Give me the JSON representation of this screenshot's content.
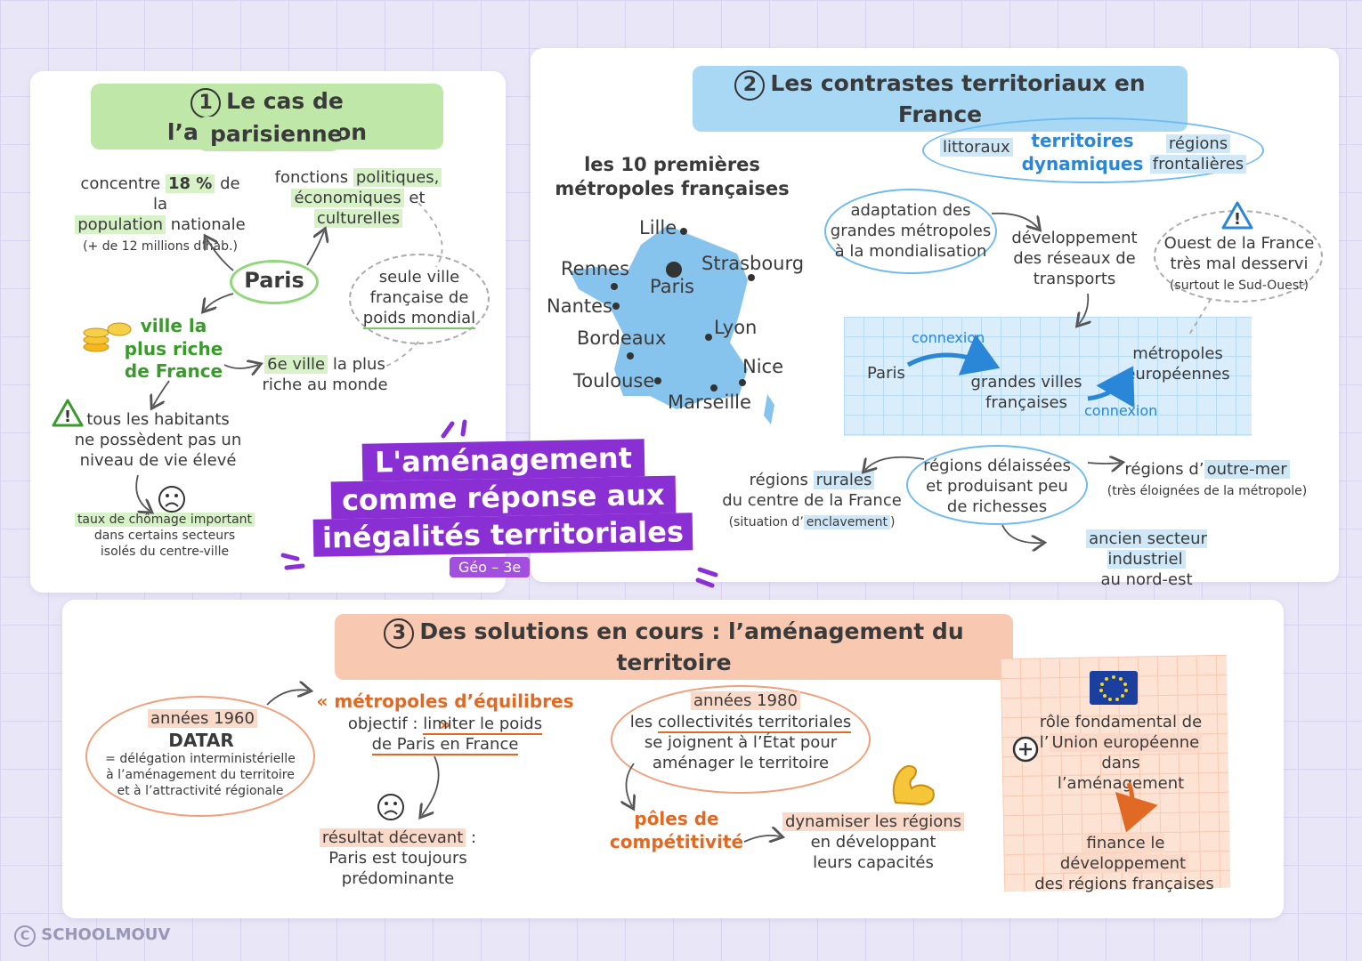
{
  "center": {
    "line1": "L'aménagement",
    "line2": "comme réponse aux",
    "line3": "inégalités territoriales",
    "tag": "Géo – 3e"
  },
  "s1": {
    "num": "1",
    "title1": "Le cas de l’agglomération",
    "title2": "parisienne",
    "concentre_a": "concentre ",
    "concentre_b": "18 %",
    "concentre_c": " de la",
    "population": "population",
    "nationale": " nationale",
    "millions": "(+ de 12 millions d’hab.)",
    "fonctions_a": "fonctions ",
    "fonctions_b": "politiques,",
    "economiques": "économiques",
    "et": " et",
    "culturelles": "culturelles",
    "paris": "Paris",
    "seule1": "seule ville",
    "seule2": "française de",
    "seule3": "poids mondial",
    "riche1": "ville la",
    "riche2": "plus riche",
    "riche3": "de France",
    "sixieme_a": "6e ville",
    "sixieme_b": " la plus",
    "sixieme_c": "riche au monde",
    "habitants1": "tous les habitants",
    "habitants2": "ne possèdent pas un",
    "habitants3": "niveau de vie élevé",
    "chomage1": "taux de chômage important",
    "chomage2": "dans certains secteurs",
    "chomage3": "isolés du centre-ville"
  },
  "s2": {
    "num": "2",
    "title": "Les contrastes territoriaux en France",
    "map_title1": "les 10 premières",
    "map_title2": "métropoles françaises",
    "cities": [
      "Lille",
      "Rennes",
      "Paris",
      "Strasbourg",
      "Nantes",
      "Lyon",
      "Bordeaux",
      "Nice",
      "Toulouse",
      "Marseille"
    ],
    "littoraux": "littoraux",
    "dyn1": "territoires",
    "dyn2": "dynamiques",
    "frontal1": "régions",
    "frontal2": "frontalières",
    "adapt1": "adaptation des",
    "adapt2": "grandes métropoles",
    "adapt3": "à la mondialisation",
    "dev1": "développement",
    "dev2": "des réseaux de",
    "dev3": "transports",
    "ouest1": "Ouest de la France",
    "ouest2": "très mal desservi",
    "ouest3": "(surtout le Sud-Ouest)",
    "connexion": "connexion",
    "paris": "Paris",
    "gv1": "grandes villes",
    "gv2": "françaises",
    "me1": "métropoles",
    "me2": "européennes",
    "del1": "régions délaissées",
    "del2": "et produisant peu",
    "del3": "de richesses",
    "rur_a": "régions ",
    "rur_b": "rurales",
    "rur2": "du centre de la France",
    "rur3a": "(situation d’",
    "rur3b": "enclavement",
    "rur3c": ")",
    "om_a": "régions d’",
    "om_b": "outre-mer",
    "om2": "(très éloignées de la métropole)",
    "ind1": "ancien secteur industriel",
    "ind2": "au nord-est"
  },
  "s3": {
    "num": "3",
    "title": "Des solutions en cours : l’aménagement du territoire",
    "a60": "années 1960",
    "datar": "DATAR",
    "datar1": "= délégation interministérielle",
    "datar2": "à l’aménagement du territoire",
    "datar3": "et à l’attractivité régionale",
    "meq": "« métropoles d’équilibres »",
    "obj_a": "objectif : ",
    "obj_b": "limiter le poids",
    "obj2": "de Paris en France",
    "res_a": "résultat décevant",
    "res_b": " :",
    "res2": "Paris est toujours",
    "res3": "prédominante",
    "a80": "années 1980",
    "coll_a": "les ",
    "coll_b": "collectivités territoriales",
    "coll2": "se joignent à l’État pour",
    "coll3": "aménager le territoire",
    "poles1": "pôles de",
    "poles2": "compétitivité",
    "dyn1": "dynamiser les régions",
    "dyn2": "en développant",
    "dyn3": "leurs capacités",
    "ue1": "rôle fondamental de",
    "ue2a": "l’",
    "ue2b": "Union européenne",
    "ue3": "dans l’aménagement",
    "fin1": "finance le développement",
    "fin2": "des régions françaises"
  },
  "footer": {
    "brand": "SCHOOLMOUV"
  },
  "colors": {
    "green": "#3a9a2c",
    "blue": "#2a86d6",
    "orange": "#e06a24",
    "purple": "#8a2fd4"
  }
}
